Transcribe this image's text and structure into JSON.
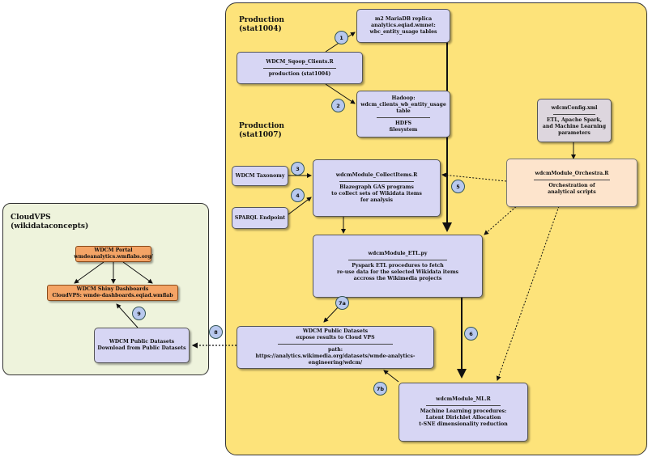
{
  "production_stat1004": {
    "title": "Production\n(stat1004)"
  },
  "production_stat1007": {
    "title": "Production\n(stat1007)"
  },
  "cloudvps": {
    "title": "CloudVPS\n(wikidataconcepts)"
  },
  "boxes": {
    "mariadb": {
      "title": "m2 MariaDB replica",
      "lines": [
        "analytics.eqiad.wmnet:",
        "wbc_entity_usage tables"
      ]
    },
    "sqoop": {
      "title": "WDCM_Sqoop_Clients.R",
      "sub": "production (stat1004)"
    },
    "hadoop": {
      "title": "Hadoop:",
      "line1": "wdcm_clients_wb_entity_usage table",
      "sub1": "HDFS",
      "sub2": "filesystem"
    },
    "config": {
      "title": "wdcmConfig.xml",
      "sub1": "ETL, Apache Spark,",
      "sub2": "and Machine Learning",
      "sub3": "parameters"
    },
    "taxonomy": {
      "label": "WDCM Taxonomy"
    },
    "sparql": {
      "label": "SPARQL Endpoint"
    },
    "collect": {
      "title": "wdcmModule_CollectItems.R",
      "sub1": "Blazegraph GAS programs",
      "sub2": "to collect sets of Wikidata items",
      "sub3": "for analysis"
    },
    "orchestra": {
      "title": "wdcmModule_Orchestra.R",
      "sub1": "Orchestration of",
      "sub2": "analytical scripts"
    },
    "etl": {
      "title": "wdcmModule_ETL.py",
      "sub1": "Pyspark ETL procedures to fetch",
      "sub2": "re-use data for the selected Wikidata items",
      "sub3": "accross the Wikimedia projects"
    },
    "public_prod": {
      "title": "WDCM Public Datasets",
      "sub1": "expose results to Cloud VPS",
      "sub2": "path:",
      "sub3": "https://analytics.wikimedia.org/datasets/wmde-analytics-engineering/wdcm/"
    },
    "ml": {
      "title": "wdcmModule_ML.R",
      "sub1": "Machine Learning procedures:",
      "sub2": "Latent Dirichlet Allocation",
      "sub3": "t-SNE dimensionality reduction"
    },
    "portal": {
      "title": "WDCM Portal",
      "sub": "wmdeanalytics.wmflabs.org/"
    },
    "shiny": {
      "title": "WDCM Shiny Dashboards",
      "sub": "CloudVPS: wmde-dashboards.eqiad.wmflab"
    },
    "public_cloud": {
      "title": "WDCM Public Datasets",
      "sub": "Download from Public Datasets"
    }
  },
  "badges": [
    "1",
    "2",
    "3",
    "4",
    "5",
    "6",
    "7a",
    "7b",
    "8",
    "9"
  ],
  "colors": {
    "production_bg": "#fde37a",
    "cloud_bg": "#eef3dc",
    "box": "#d7d6f4",
    "orange": "#f4a466",
    "peach": "#fde4cc",
    "badge": "#b8c8ee"
  }
}
